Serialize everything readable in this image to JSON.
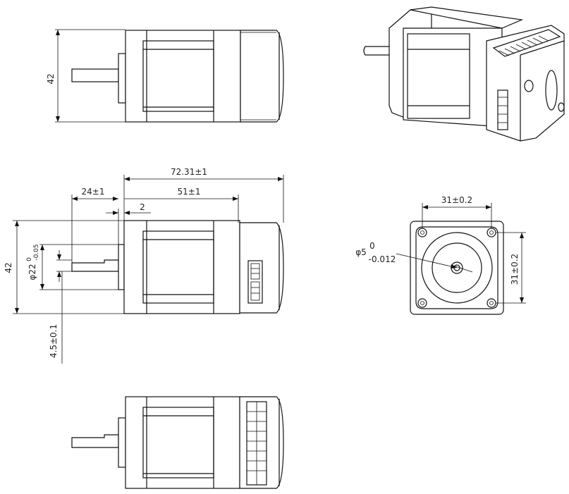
{
  "dimensions": {
    "side_height_top": "42",
    "total_length": "72.31±1",
    "shaft_length": "24±1",
    "body_length": "51±1",
    "flange_gap": "2",
    "side_height_front": "42",
    "pilot_diameter": "φ22",
    "pilot_tol_upper": "0",
    "pilot_tol_lower": "-0.05",
    "flange_thickness": "4.5±0.1",
    "hole_spacing_h": "31±0.2",
    "hole_spacing_v": "31±0.2",
    "shaft_diameter": "φ5",
    "shaft_tol_upper": "0",
    "shaft_tol_lower": "-0.012"
  }
}
